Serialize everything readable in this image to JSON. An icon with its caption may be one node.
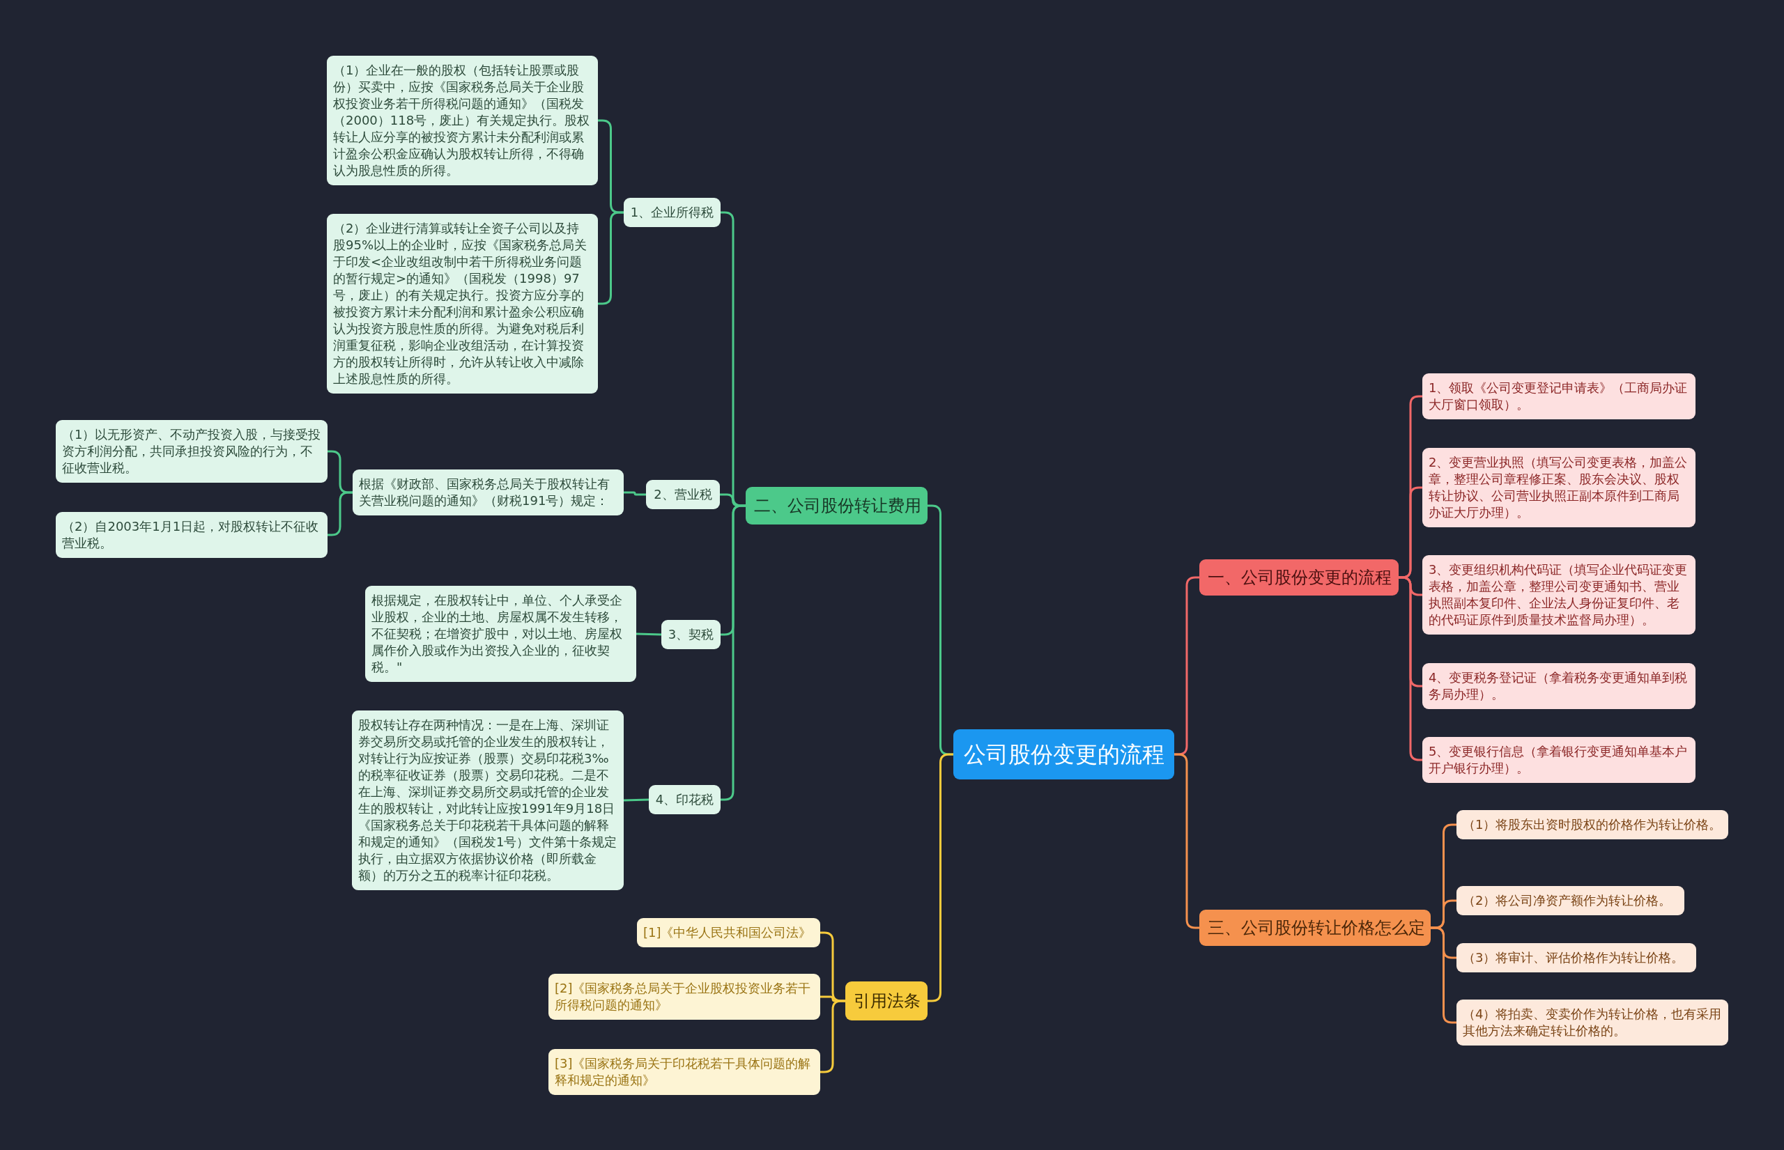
{
  "diagram": {
    "nodes": [
      {
        "text": [
          "公司股份变更的流程"
        ]
      },
      {
        "text": [
          "一、公司股份变更的流程"
        ]
      },
      {
        "text": [
          "1、领取《公司变更登记申请表》（工商局办证大厅窗口领取）。"
        ]
      },
      {
        "text": [
          "2、变更营业执照（填写公司变更表格，加盖公章，整理公司章程修正案、股东会决议、股权转让协议、公司营业执照正副本原件到工商局办证大厅办理）。"
        ]
      },
      {
        "text": [
          "3、变更组织机构代码证（填写企业代码证变更表格，加盖公章，整理公司变更通知书、营业执照副本复印件、企业法人身份证复印件、老的代码证原件到质量技术监督局办理）。"
        ]
      },
      {
        "text": [
          "4、变更税务登记证（拿着税务变更通知单到税务局办理）。"
        ]
      },
      {
        "text": [
          "5、变更银行信息（拿着银行变更通知单基本户开户银行办理）。"
        ]
      },
      {
        "text": [
          "二、公司股份转让费用"
        ]
      },
      {
        "text": [
          "1、企业所得税"
        ]
      },
      {
        "text": [
          "（1）企业在一般的股权（包括转让股票或股份）买卖中，应按《国家税务总局关于企业股权投资业务若干所得税问题的通知》（国税发（2000）118号，废止）有关规定执行。股权转让人应分享的被投资方累计未分配利润或累计盈余公积金应确认为股权转让所得，不得确认为股息性质的所得。"
        ]
      },
      {
        "text": [
          "（2）企业进行清算或转让全资子公司以及持股95%以上的企业时，应按《国家税务总局关于印发<企业改组改制中若干所得税业务问题的暂行规定>的通知》（国税发（1998）97号，废止）的有关规定执行。投资方应分享的被投资方累计未分配利润和累计盈余公积应确认为投资方股息性质的所得。为避免对税后利润重复征税，影响企业改组活动，在计算投资方的股权转让所得时，允许从转让收入中减除上述股息性质的所得。"
        ]
      },
      {
        "text": [
          "2、营业税"
        ]
      },
      {
        "text": [
          "根据《财政部、国家税务总局关于股权转让有关营业税问题的通知》（财税191号）规定："
        ]
      },
      {
        "text": [
          "（1）以无形资产、不动产投资入股，与接受投资方利润分配，共同承担投资风险的行为，不征收营业税。"
        ]
      },
      {
        "text": [
          "（2）自2003年1月1日起，对股权转让不征收营业税。"
        ]
      },
      {
        "text": [
          "3、契税"
        ]
      },
      {
        "text": [
          "根据规定，在股权转让中，单位、个人承受企业股权，企业的土地、房屋权属不发生转移，不征契税；在增资扩股中，对以土地、房屋权属作价入股或作为出资投入企业的，征收契税。\""
        ]
      },
      {
        "text": [
          "4、印花税"
        ]
      },
      {
        "text": [
          "股权转让存在两种情况：一是在上海、深圳证券交易所交易或托管的企业发生的股权转让，对转让行为应按证券（股票）交易印花税3‰的税率征收证券（股票）交易印花税。二是不在上海、深圳证券交易所交易或托管的企业发生的股权转让，对此转让应按1991年9月18日《国家税务总关于印花税若干具体问题的解释和规定的通知》（国税发1号）文件第十条规定执行，由立据双方依据协议价格（即所载金额）的万分之五的税率计征印花税。"
        ]
      },
      {
        "text": [
          "三、公司股份转让价格怎么定"
        ]
      },
      {
        "text": [
          "（1）将股东出资时股权的价格作为转让价格。"
        ]
      },
      {
        "text": [
          "（2）将公司净资产额作为转让价格。"
        ]
      },
      {
        "text": [
          "（3）将审计、评估价格作为转让价格。"
        ]
      },
      {
        "text": [
          "（4）将拍卖、变卖价作为转让价格，也有采用其他方法来确定转让价格的。"
        ]
      },
      {
        "text": [
          "引用法条"
        ]
      },
      {
        "text": [
          "[1]《中华人民共和国公司法》"
        ]
      },
      {
        "text": [
          "[2]《国家税务总局关于企业股权投资业务若干所得税问题的通知》"
        ]
      },
      {
        "text": [
          "[3]《国家税务局关于印花税若干具体问题的解释和规定的通知》"
        ]
      }
    ],
    "edges": [
      {
        "from": 0,
        "to": 1,
        "arrow": "none",
        "color": "#f26868"
      },
      {
        "from": 1,
        "to": 2,
        "arrow": "none",
        "color": "#f26868"
      },
      {
        "from": 1,
        "to": 3,
        "arrow": "none",
        "color": "#f26868"
      },
      {
        "from": 1,
        "to": 4,
        "arrow": "none",
        "color": "#f26868"
      },
      {
        "from": 1,
        "to": 5,
        "arrow": "none",
        "color": "#f26868"
      },
      {
        "from": 1,
        "to": 6,
        "arrow": "none",
        "color": "#f26868"
      },
      {
        "from": 0,
        "to": 7,
        "arrow": "none"
      },
      {
        "from": 7,
        "to": 8,
        "arrow": "none"
      },
      {
        "from": 8,
        "to": 9,
        "arrow": "none"
      },
      {
        "from": 8,
        "to": 10,
        "arrow": "none"
      },
      {
        "from": 7,
        "to": 11,
        "arrow": "none"
      },
      {
        "from": 11,
        "to": 12,
        "arrow": "none"
      },
      {
        "from": 12,
        "to": 13,
        "arrow": "none"
      },
      {
        "from": 12,
        "to": 14,
        "arrow": "none"
      },
      {
        "from": 7,
        "to": 15,
        "arrow": "none"
      },
      {
        "from": 15,
        "to": 16,
        "arrow": "none"
      },
      {
        "from": 7,
        "to": 17,
        "arrow": "none"
      },
      {
        "from": 17,
        "to": 18,
        "arrow": "none"
      },
      {
        "from": 0,
        "to": 19,
        "arrow": "none",
        "color": "#f5914e"
      },
      {
        "from": 19,
        "to": 20,
        "arrow": "none",
        "color": "#f5914e"
      },
      {
        "from": 19,
        "to": 21,
        "arrow": "none",
        "color": "#f5914e"
      },
      {
        "from": 19,
        "to": 22,
        "arrow": "none",
        "color": "#f5914e"
      },
      {
        "from": 19,
        "to": 23,
        "arrow": "none",
        "color": "#f5914e"
      },
      {
        "from": 0,
        "to": 24,
        "arrow": "none",
        "color": "#f7cb3c"
      },
      {
        "from": 24,
        "to": 25,
        "arrow": "none",
        "color": "#f7cb3c"
      },
      {
        "from": 24,
        "to": 26,
        "arrow": "none",
        "color": "#f7cb3c"
      },
      {
        "from": 24,
        "to": 27,
        "arrow": "none",
        "color": "#f7cb3c"
      }
    ]
  }
}
